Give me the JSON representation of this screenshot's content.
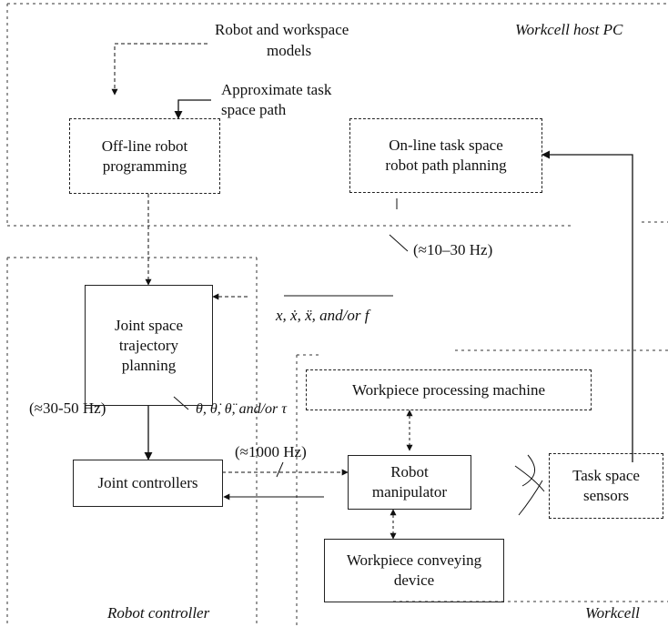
{
  "regions": {
    "host_pc": "Workcell host PC",
    "robot_controller": "Robot controller",
    "workcell": "Workcell"
  },
  "labels": {
    "models_line1": "Robot and workspace",
    "models_line2": "models",
    "task_path_line1": "Approximate task",
    "task_path_line2": "space path",
    "task_space_signals": "x, ẋ, ẍ, and/or f",
    "joint_signals": "θ, θ̇, θ̈, and/or τ",
    "rate_host": "(≈10–30 Hz)",
    "rate_trajectory": "(≈30-50 Hz)",
    "rate_servo": "(≈1000 Hz)"
  },
  "blocks": {
    "offline_programming": [
      "Off-line robot",
      "programming"
    ],
    "online_planning": [
      "On-line task space",
      "robot path planning"
    ],
    "trajectory_planning": [
      "Joint space",
      "trajectory",
      "planning"
    ],
    "joint_controllers": [
      "Joint controllers"
    ],
    "robot_manipulator": [
      "Robot",
      "manipulator"
    ],
    "processing_machine": [
      "Workpiece processing machine"
    ],
    "conveying_device": [
      "Workpiece conveying",
      "device"
    ],
    "task_space_sensors": [
      "Task space",
      "sensors"
    ]
  },
  "colors": {
    "ink": "#111111",
    "background": "#ffffff"
  }
}
